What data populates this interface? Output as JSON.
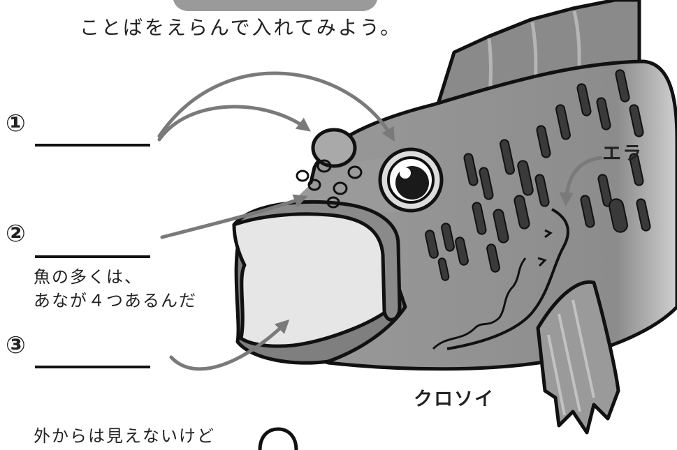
{
  "instruction": "ことばをえらんで入れてみよう。",
  "blanks": [
    {
      "number": "①"
    },
    {
      "number": "②"
    },
    {
      "number": "③"
    }
  ],
  "note_many_fish": {
    "line1": "魚の多くは、",
    "line2": "あなが４つあるんだ"
  },
  "label_gill": "エラ",
  "label_fish_name": "クロソイ",
  "note_bottom": "外からは見えないけど",
  "colors": {
    "fish_body": "#8f8f8f",
    "spots": "#3a3a3a",
    "mouth_inside": "#e6e6e6",
    "arrow": "#7a7a7a"
  }
}
